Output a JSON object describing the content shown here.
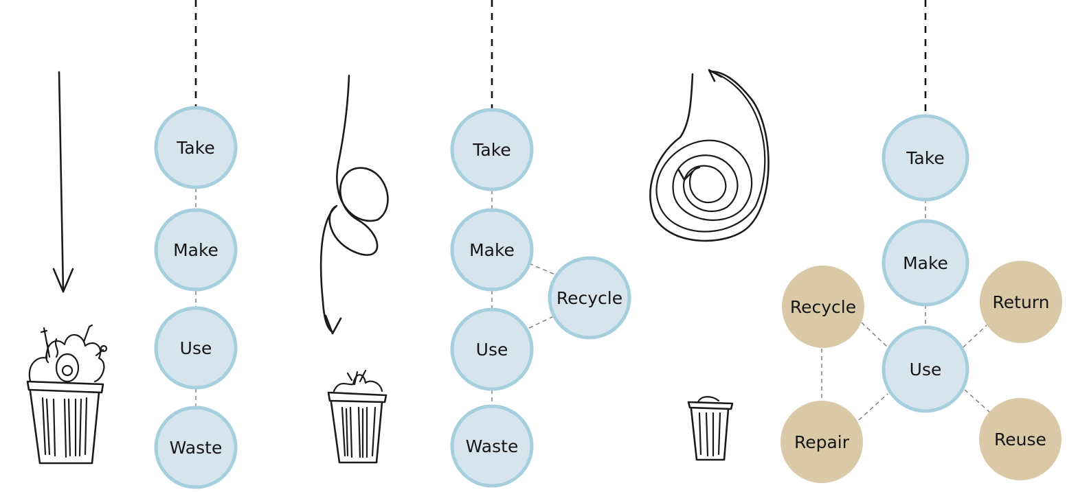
{
  "panels": [
    {
      "id": "linear",
      "nodes": [
        {
          "label": "Take",
          "kind": "core"
        },
        {
          "label": "Make",
          "kind": "core"
        },
        {
          "label": "Use",
          "kind": "core"
        },
        {
          "label": "Waste",
          "kind": "core"
        }
      ]
    },
    {
      "id": "recycling",
      "nodes": [
        {
          "label": "Take",
          "kind": "core"
        },
        {
          "label": "Make",
          "kind": "core"
        },
        {
          "label": "Use",
          "kind": "core"
        },
        {
          "label": "Waste",
          "kind": "core"
        },
        {
          "label": "Recycle",
          "kind": "core"
        }
      ]
    },
    {
      "id": "circular",
      "nodes": [
        {
          "label": "Take",
          "kind": "core"
        },
        {
          "label": "Make",
          "kind": "core"
        },
        {
          "label": "Use",
          "kind": "core"
        },
        {
          "label": "Recycle",
          "kind": "loop"
        },
        {
          "label": "Repair",
          "kind": "loop"
        },
        {
          "label": "Return",
          "kind": "loop"
        },
        {
          "label": "Reuse",
          "kind": "loop"
        }
      ]
    }
  ],
  "colors": {
    "core_fill": "#d6e4ee",
    "core_stroke": "#a6cfdd",
    "loop_fill": "#dac9a6",
    "background": "#ffffff"
  },
  "icons": [
    "arrow-down-icon",
    "squiggle-arrow-icon",
    "spiral-arrow-icon",
    "full-trash-bin-icon",
    "half-full-trash-bin-icon",
    "small-trash-bin-icon"
  ]
}
